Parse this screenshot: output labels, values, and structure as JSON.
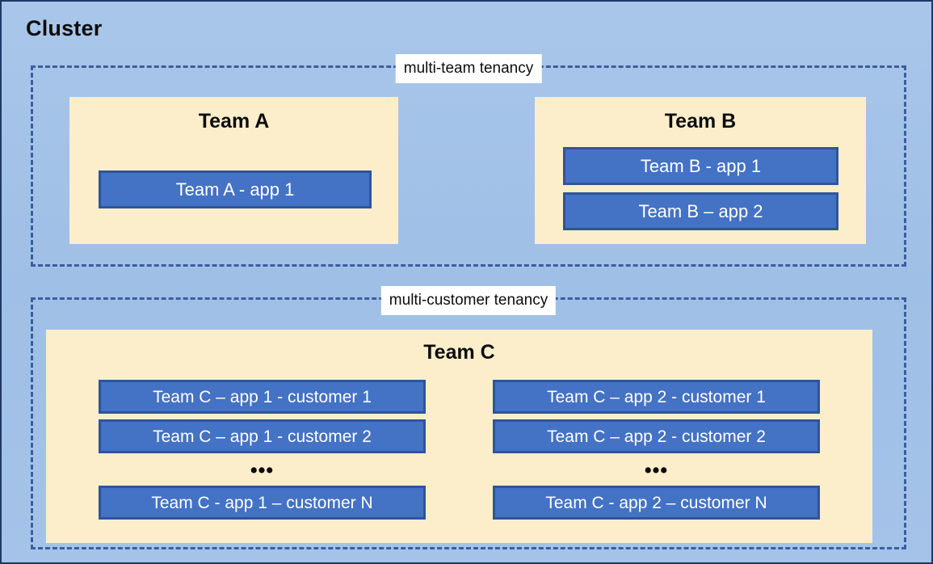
{
  "diagram": {
    "title": "Cluster",
    "colors": {
      "cluster_background": "#a3c2e8",
      "cluster_border": "#1f3864",
      "tenancy_border": "#3b5ea0",
      "team_panel_background": "#fceecb",
      "app_fill": "#4472c4",
      "app_border": "#2f5597",
      "app_text": "#ffffff",
      "label_background": "#ffffff",
      "text": "#0d0d0d"
    },
    "tenancies": [
      {
        "id": "multi-team",
        "label": "multi-team tenancy",
        "teams": [
          {
            "id": "team-a",
            "title": "Team A",
            "apps": [
              "Team A - app 1"
            ]
          },
          {
            "id": "team-b",
            "title": "Team B",
            "apps": [
              "Team B - app 1",
              "Team B – app 2"
            ]
          }
        ]
      },
      {
        "id": "multi-customer",
        "label": "multi-customer tenancy",
        "teams": [
          {
            "id": "team-c",
            "title": "Team C",
            "columns": [
              {
                "id": "team-c-app-1",
                "apps": [
                  "Team C – app 1 - customer 1",
                  "Team C – app 1 - customer 2"
                ],
                "ellipsis": "•••",
                "last_app": "Team C - app 1 – customer N"
              },
              {
                "id": "team-c-app-2",
                "apps": [
                  "Team C – app 2 - customer 1",
                  "Team C – app 2 - customer 2"
                ],
                "ellipsis": "•••",
                "last_app": "Team C - app 2 – customer N"
              }
            ]
          }
        ]
      }
    ]
  }
}
